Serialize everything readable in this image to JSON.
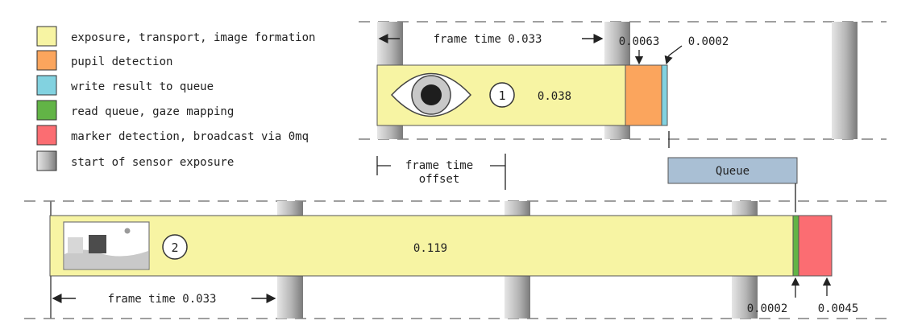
{
  "legend": [
    {
      "label": "exposure, transport, image formation",
      "color": "#f7f4a3"
    },
    {
      "label": "pupil detection",
      "color": "#fba55d"
    },
    {
      "label": "write result to queue",
      "color": "#82d2e0"
    },
    {
      "label": "read queue, gaze mapping",
      "color": "#62b446"
    },
    {
      "label": "marker detection, broadcast via 0mq",
      "color": "#fb6d72"
    },
    {
      "label": "start of sensor exposure",
      "color": "#bfbfbf"
    }
  ],
  "eye_track": {
    "frame_time_label": "frame time 0.033",
    "badge": "1",
    "exposure_value": "0.038",
    "pupil_value": "0.0063",
    "write_value": "0.0002"
  },
  "offset_label_line1": "frame time",
  "offset_label_line2": "offset",
  "queue_label": "Queue",
  "world_track": {
    "badge": "2",
    "exposure_value": "0.119",
    "frame_time_label": "frame time 0.033",
    "read_value": "0.0002",
    "marker_value": "0.0045"
  },
  "colors": {
    "exposure": "#f7f4a3",
    "pupil": "#fba55d",
    "write": "#82d2e0",
    "read": "#62b446",
    "marker": "#fb6d72",
    "queue": "#a9bfd4"
  }
}
